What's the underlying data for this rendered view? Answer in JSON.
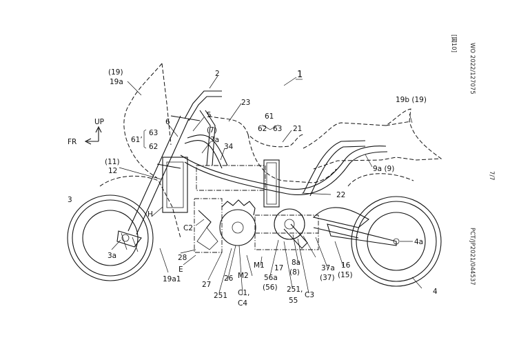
{
  "side_text": {
    "pub_number": "WO 2022/127075",
    "figure_ref": "[図10]",
    "page_number": "7/7",
    "application_number": "PCT/JP2021/044537"
  },
  "directions": {
    "up": "UP",
    "front": "FR"
  },
  "labels": {
    "ref_1": "1",
    "ref_2": "2",
    "ref_3": "3",
    "ref_3a": "3a",
    "ref_4": "4",
    "ref_4a": "4a",
    "ref_5": "5",
    "ref_6": "6",
    "ref_7_paren": "(7)",
    "ref_7a": "7a",
    "ref_8_paren": "(8)",
    "ref_8a": "8a",
    "ref_9a_9": "9a (9)",
    "ref_11_paren": "(11)",
    "ref_12": "12",
    "ref_16": "16",
    "ref_15_paren": "(15)",
    "ref_17": "17",
    "ref_19_paren": "(19)",
    "ref_19a": "19a",
    "ref_19a1": "19a1",
    "ref_19b_19": "19b (19)",
    "ref_21": "21",
    "ref_22": "22",
    "ref_23": "23",
    "ref_26": "26",
    "ref_27": "27",
    "ref_28": "28",
    "ref_34": "34",
    "ref_37a": "37a",
    "ref_37_paren": "(37)",
    "ref_251_left": "251",
    "ref_251_right": "251,",
    "ref_55": "55",
    "ref_56a": "56a",
    "ref_56_paren": "(56)",
    "ref_61_right": "61",
    "ref_62_right": "62",
    "ref_63_right": "63",
    "ref_61_prime": "61’",
    "ref_62_left": "62",
    "ref_63_left": "63",
    "ref_C1": "C1,",
    "ref_C4": "C4",
    "ref_C2": "C2",
    "ref_C3": "C3",
    "ref_E": "E",
    "ref_H": "H",
    "ref_M1": "M1",
    "ref_M2": "M2"
  }
}
